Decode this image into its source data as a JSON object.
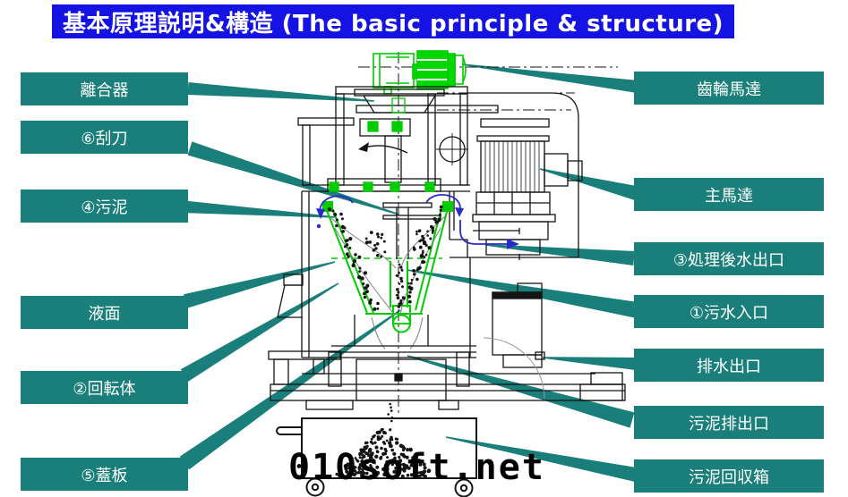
{
  "title": {
    "text": "基本原理説明&構造 (The basic principle & structure)"
  },
  "labels": {
    "left": [
      {
        "id": "clutch",
        "text": "離合器"
      },
      {
        "id": "scraper",
        "text": "⑥刮刀"
      },
      {
        "id": "sludge",
        "text": "④污泥"
      },
      {
        "id": "liquid-level",
        "text": "液面"
      },
      {
        "id": "rotor",
        "text": "②回転体"
      },
      {
        "id": "cover-plate",
        "text": "⑤蓋板"
      }
    ],
    "right": [
      {
        "id": "gear-motor",
        "text": "齒輪馬達"
      },
      {
        "id": "main-motor",
        "text": "主馬達"
      },
      {
        "id": "treated-water-outlet",
        "text": "③処理後水出口"
      },
      {
        "id": "wastewater-inlet",
        "text": "①污水入口"
      },
      {
        "id": "drain-outlet",
        "text": "排水出口"
      },
      {
        "id": "sludge-discharge-outlet",
        "text": "污泥排出口"
      },
      {
        "id": "sludge-collection-box",
        "text": "污泥回収箱"
      }
    ]
  },
  "watermark": {
    "text": "010soft.net"
  },
  "colors": {
    "title_bg": "#1512e4",
    "title_text": "#ffffff",
    "label_bg": "#1a7f7a",
    "label_text": "#ffffff",
    "connector": "#1a7f7a",
    "machine_green": "#00cc00",
    "motor_green_fill": "#00d800",
    "arrow_blue": "#2a2ac8",
    "line_black": "#141414",
    "flow_gray": "#808080"
  }
}
